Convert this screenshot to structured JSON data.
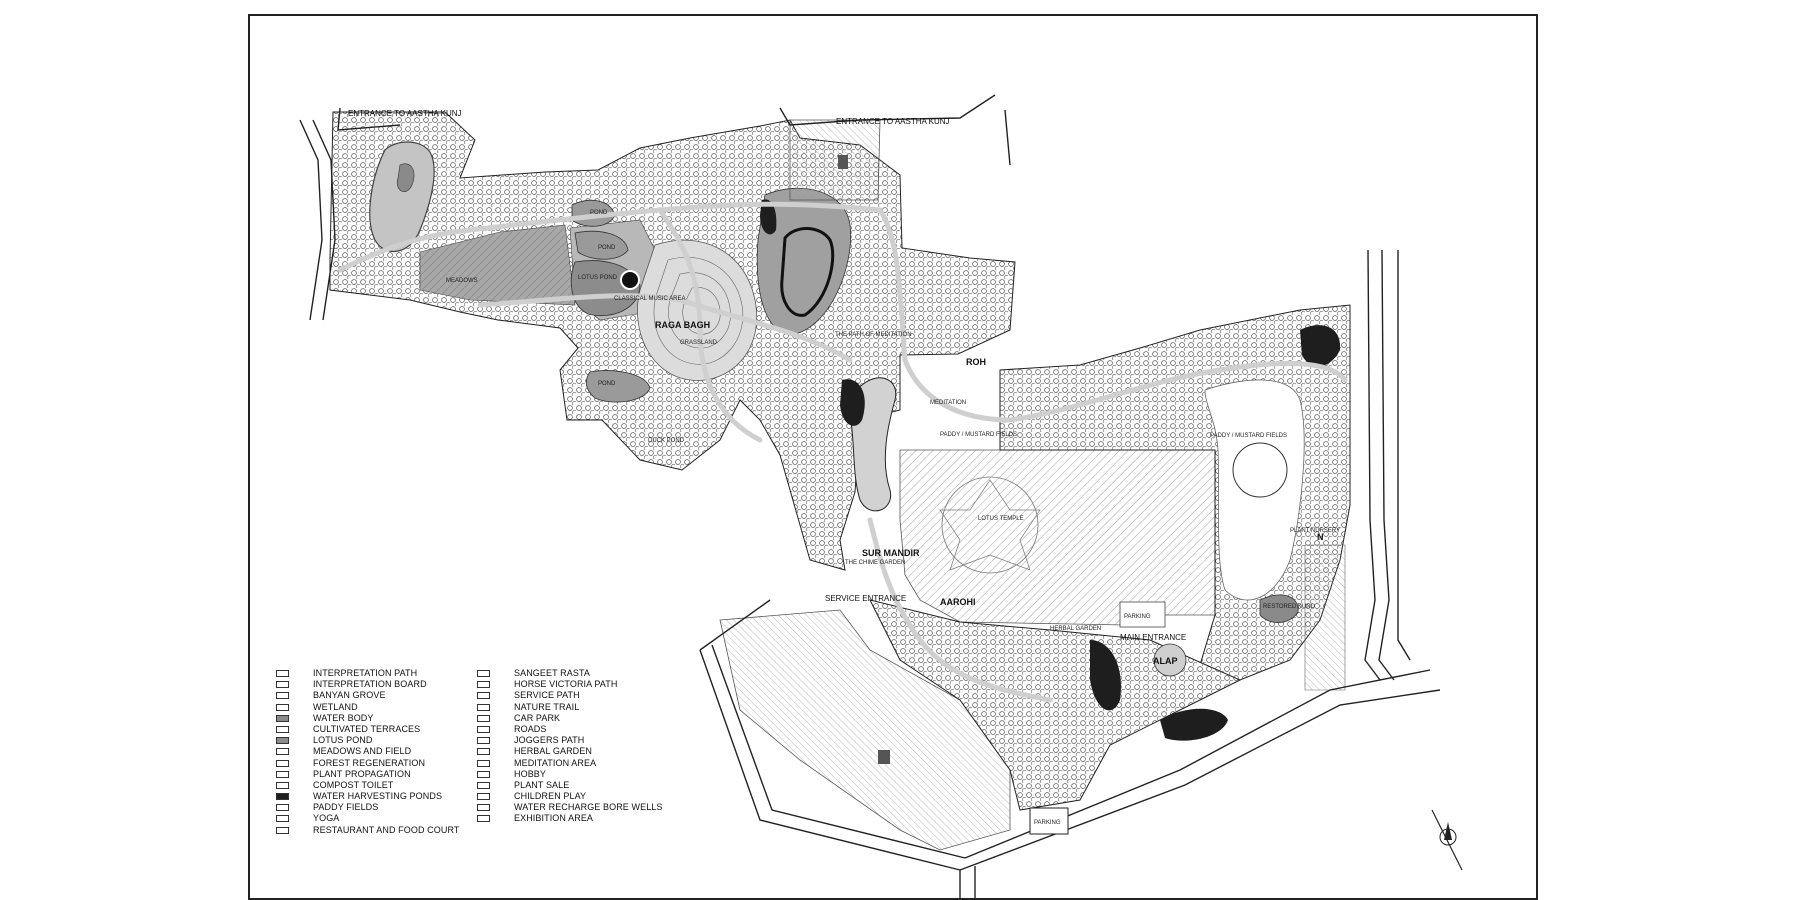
{
  "map": {
    "labels": {
      "entrance_aastha_kunj_1": "ENTRANCE TO AASTHA KUNJ",
      "entrance_aastha_kunj_2": "ENTRANCE TO AASTHA KUNJ",
      "raga_bagh": "RAGA BAGH",
      "sur_mandir": "SUR MANDIR",
      "aarohi": "AAROHI",
      "alap": "ALAP",
      "service_entrance": "SERVICE ENTRANCE",
      "main_entrance": "MAIN ENTRANCE",
      "pond_1": "POND",
      "pond_2": "POND",
      "pond_3": "POND",
      "lotus_pond": "LOTUS POND",
      "classical_music_area": "CLASSICAL MUSIC AREA",
      "grassland": "GRASSLAND",
      "meadows": "MEADOWS",
      "duck_pond": "DUCK POND",
      "paddy_mustard_fields_1": "PADDY / MUSTARD FIELDS",
      "paddy_mustard_fields_2": "PADDY / MUSTARD FIELDS",
      "plant_nursery": "PLANT NURSERY",
      "restored_kund": "RESTORED KUND",
      "lotus_temple": "LOTUS TEMPLE",
      "parking_1": "PARKING",
      "parking_2": "PARKING",
      "the_chime_garden": "THE CHIME GARDEN",
      "herbal_garden": "HERBAL GARDEN",
      "meditation": "MEDITATION",
      "the_path_of_meditation": "THE PATH OF MEDITATION",
      "roh": "ROH",
      "north": "N"
    },
    "colors": {
      "line": "#222222",
      "mid_grey": "#9a9a9a",
      "light_grey": "#d0d0d0",
      "dark": "#1e1e1e",
      "hatch": "#888888"
    }
  },
  "legend": {
    "col1": [
      {
        "label": "INTERPRETATION PATH",
        "fill": "#ffffff"
      },
      {
        "label": "INTERPRETATION BOARD",
        "fill": "#ffffff"
      },
      {
        "label": "BANYAN GROVE",
        "fill": "#ffffff"
      },
      {
        "label": "WETLAND",
        "fill": "#ffffff"
      },
      {
        "label": "WATER BODY",
        "fill": "#8a8a8a"
      },
      {
        "label": "CULTIVATED TERRACES",
        "fill": "#ffffff"
      },
      {
        "label": "LOTUS POND",
        "fill": "#8a8a8a"
      },
      {
        "label": "MEADOWS AND FIELD",
        "fill": "#ffffff"
      },
      {
        "label": "FOREST REGENERATION",
        "fill": "#ffffff"
      },
      {
        "label": "PLANT PROPAGATION",
        "fill": "#ffffff"
      },
      {
        "label": "COMPOST TOILET",
        "fill": "#ffffff"
      },
      {
        "label": "WATER HARVESTING PONDS",
        "fill": "#1e1e1e"
      },
      {
        "label": "PADDY FIELDS",
        "fill": "#ffffff"
      },
      {
        "label": "YOGA",
        "fill": "#ffffff"
      },
      {
        "label": "RESTAURANT AND FOOD COURT",
        "fill": "#ffffff"
      }
    ],
    "col2": [
      {
        "label": "SANGEET RASTA",
        "fill": "#ffffff"
      },
      {
        "label": "HORSE VICTORIA PATH",
        "fill": "#ffffff"
      },
      {
        "label": "SERVICE PATH",
        "fill": "#ffffff"
      },
      {
        "label": "NATURE TRAIL",
        "fill": "#ffffff"
      },
      {
        "label": "CAR PARK",
        "fill": "#ffffff"
      },
      {
        "label": "ROADS",
        "fill": "#ffffff"
      },
      {
        "label": "JOGGERS PATH",
        "fill": "#ffffff"
      },
      {
        "label": "HERBAL GARDEN",
        "fill": "#ffffff"
      },
      {
        "label": "MEDITATION AREA",
        "fill": "#ffffff"
      },
      {
        "label": "HOBBY",
        "fill": "#ffffff"
      },
      {
        "label": "PLANT SALE",
        "fill": "#ffffff"
      },
      {
        "label": "CHILDREN PLAY",
        "fill": "#ffffff"
      },
      {
        "label": "WATER RECHARGE BORE WELLS",
        "fill": "#ffffff"
      },
      {
        "label": "EXHIBITION AREA",
        "fill": "#ffffff"
      }
    ]
  }
}
